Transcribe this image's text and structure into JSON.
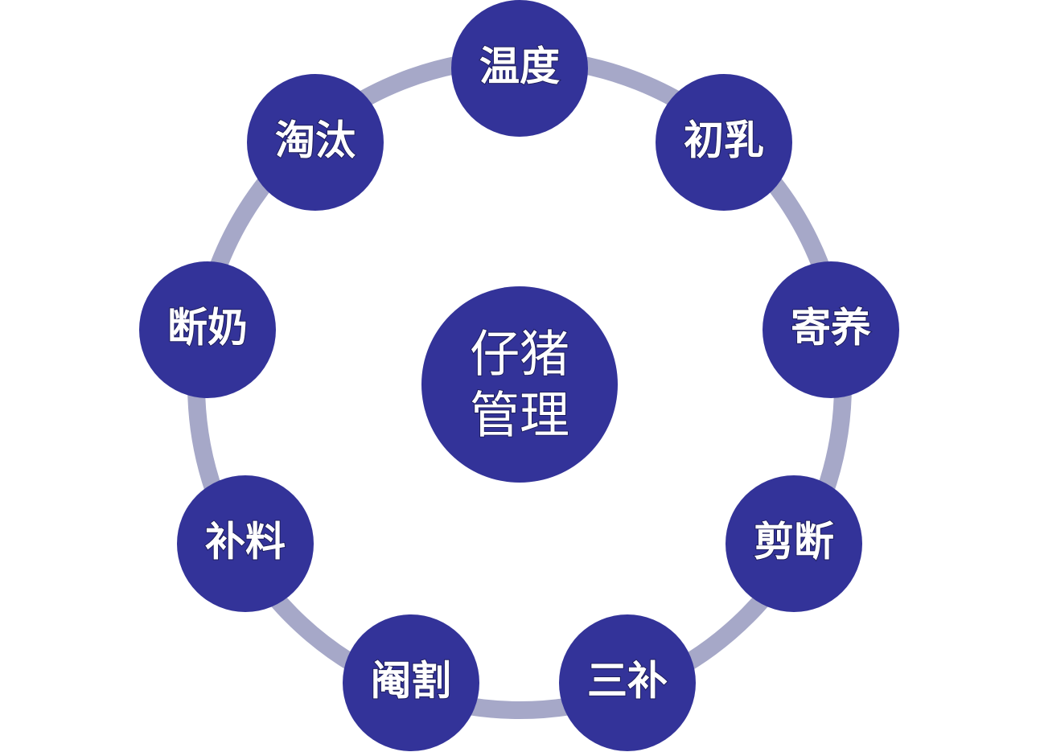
{
  "diagram": {
    "center": {
      "line1": "仔猪",
      "line2": "管理"
    },
    "nodes": [
      {
        "label": "温度"
      },
      {
        "label": "初乳"
      },
      {
        "label": "寄养"
      },
      {
        "label": "剪断"
      },
      {
        "label": "三补"
      },
      {
        "label": "阉割"
      },
      {
        "label": "补料"
      },
      {
        "label": "断奶"
      },
      {
        "label": "淘汰"
      }
    ],
    "colors": {
      "node_fill": "#333399",
      "ring": "#a6a8c8",
      "text": "#ffffff"
    }
  }
}
